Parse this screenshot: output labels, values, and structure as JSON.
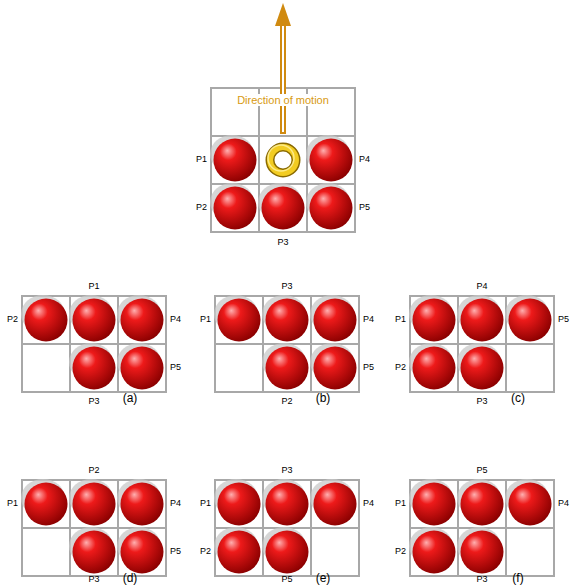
{
  "diagram": {
    "labels": [
      "Direction of motion",
      "P1",
      "P4",
      "P2",
      "P5",
      "P3",
      "P1",
      "P2",
      "P4",
      "P5",
      "P3",
      "(a)",
      "P3",
      "P1",
      "P4",
      "P5",
      "P2",
      "(b)",
      "P4",
      "P1",
      "P5",
      "P2",
      "P3",
      "(c)",
      "P2",
      "P1",
      "P4",
      "P5",
      "P3",
      "(d)",
      "P3",
      "P1",
      "P4",
      "P2",
      "P5",
      "(e)",
      "P5",
      "P1",
      "P4",
      "P2",
      "P3",
      "(f)"
    ]
  }
}
